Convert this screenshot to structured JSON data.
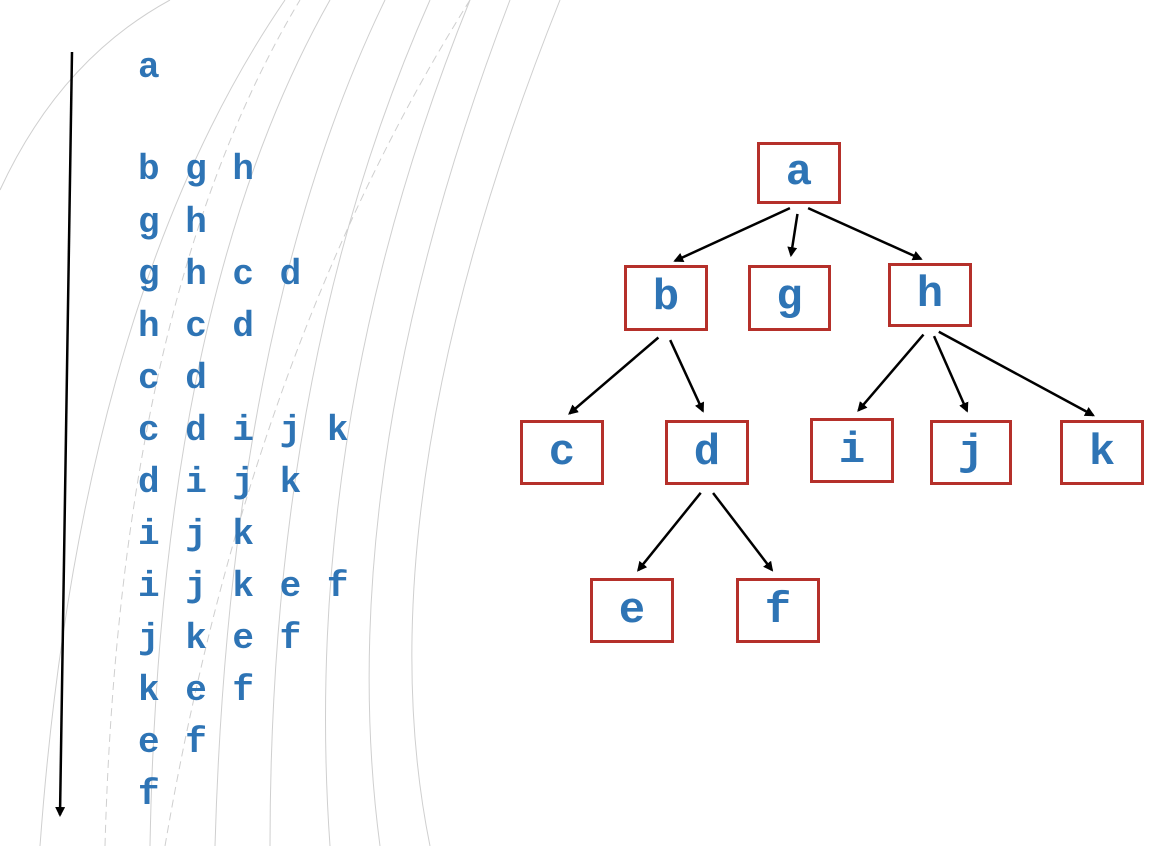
{
  "queue_trace": {
    "lines": [
      "a",
      "b g h",
      "g h",
      "g h c d",
      "h c d",
      "c d",
      "c d i j k",
      "d i j k",
      "i j k",
      "i j k e f",
      "j k e f",
      "k e f",
      "e f",
      "f"
    ]
  },
  "tree": {
    "nodes": [
      {
        "id": "a",
        "label": "a"
      },
      {
        "id": "b",
        "label": "b"
      },
      {
        "id": "g",
        "label": "g"
      },
      {
        "id": "h",
        "label": "h"
      },
      {
        "id": "c",
        "label": "c"
      },
      {
        "id": "d",
        "label": "d"
      },
      {
        "id": "i",
        "label": "i"
      },
      {
        "id": "j",
        "label": "j"
      },
      {
        "id": "k",
        "label": "k"
      },
      {
        "id": "e",
        "label": "e"
      },
      {
        "id": "f",
        "label": "f"
      }
    ],
    "edges": [
      {
        "from": "a",
        "to": "b"
      },
      {
        "from": "a",
        "to": "g"
      },
      {
        "from": "a",
        "to": "h"
      },
      {
        "from": "b",
        "to": "c"
      },
      {
        "from": "b",
        "to": "d"
      },
      {
        "from": "h",
        "to": "i"
      },
      {
        "from": "h",
        "to": "j"
      },
      {
        "from": "h",
        "to": "k"
      },
      {
        "from": "d",
        "to": "e"
      },
      {
        "from": "d",
        "to": "f"
      }
    ]
  },
  "colors": {
    "text": "#2e74b5",
    "node_border": "#b5302a",
    "arrow": "#000000",
    "background_arcs": "#c8c8c8"
  }
}
